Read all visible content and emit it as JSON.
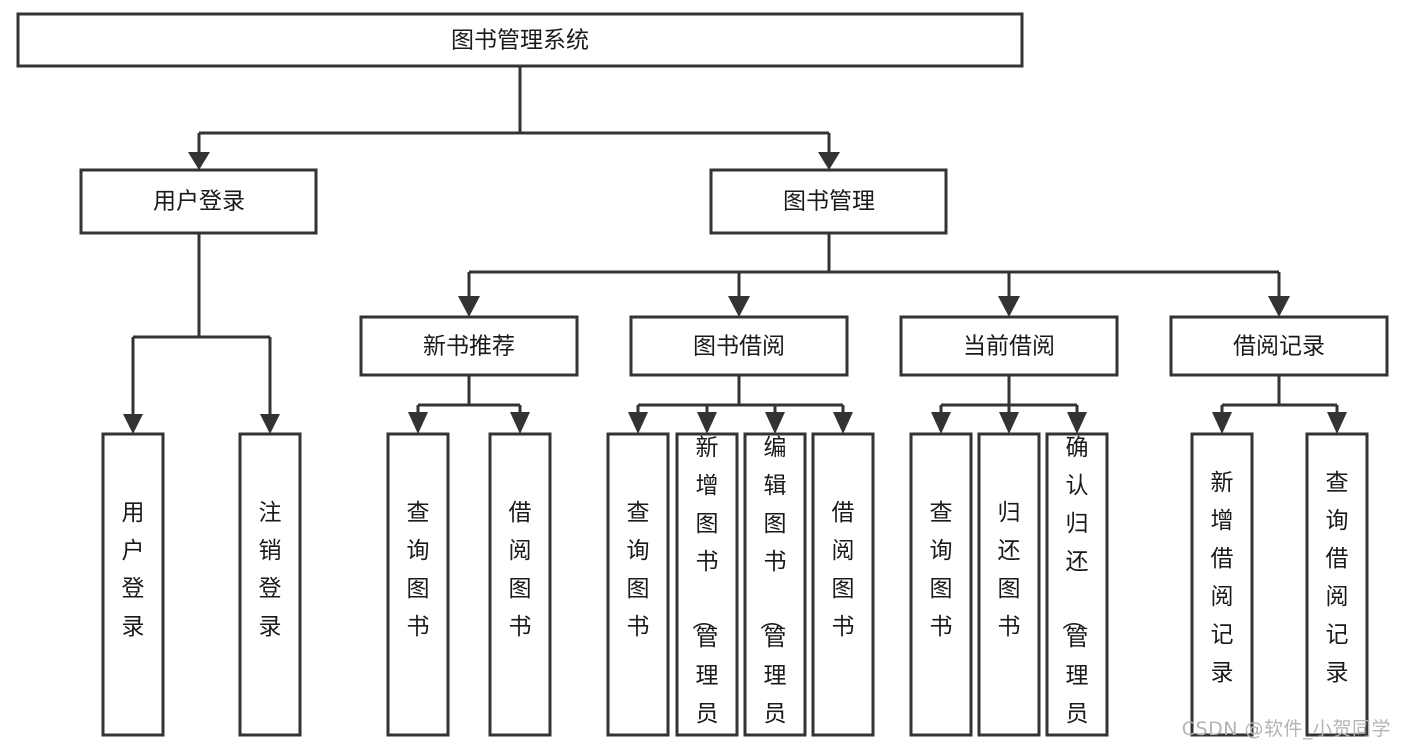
{
  "diagram": {
    "title": "图书管理系统",
    "type": "hierarchy-tree",
    "levels": 4,
    "root": {
      "id": "root",
      "label": "图书管理系统",
      "orientation": "horizontal"
    },
    "level2": [
      {
        "id": "user-login",
        "label": "用户登录",
        "orientation": "horizontal"
      },
      {
        "id": "book-manage",
        "label": "图书管理",
        "orientation": "horizontal"
      }
    ],
    "level3": [
      {
        "id": "new-book-recommend",
        "label": "新书推荐",
        "parent": "book-manage",
        "orientation": "horizontal"
      },
      {
        "id": "book-borrow",
        "label": "图书借阅",
        "parent": "book-manage",
        "orientation": "horizontal"
      },
      {
        "id": "current-borrow",
        "label": "当前借阅",
        "parent": "book-manage",
        "orientation": "horizontal"
      },
      {
        "id": "borrow-record",
        "label": "借阅记录",
        "parent": "book-manage",
        "orientation": "horizontal"
      }
    ],
    "leaves": [
      {
        "id": "leaf-user-login",
        "label": "用户登录",
        "parent": "user-login",
        "orientation": "vertical"
      },
      {
        "id": "leaf-logout-login",
        "label": "注销登录",
        "parent": "user-login",
        "orientation": "vertical"
      },
      {
        "id": "leaf-query-book-1",
        "label": "查询图书",
        "parent": "new-book-recommend",
        "orientation": "vertical"
      },
      {
        "id": "leaf-borrow-book-1",
        "label": "借阅图书",
        "parent": "new-book-recommend",
        "orientation": "vertical"
      },
      {
        "id": "leaf-query-book-2",
        "label": "查询图书",
        "parent": "book-borrow",
        "orientation": "vertical"
      },
      {
        "id": "leaf-add-book",
        "label": "新增图书（管理员）",
        "parent": "book-borrow",
        "orientation": "vertical"
      },
      {
        "id": "leaf-edit-book",
        "label": "编辑图书（管理员）",
        "parent": "book-borrow",
        "orientation": "vertical"
      },
      {
        "id": "leaf-borrow-book-2",
        "label": "借阅图书",
        "parent": "book-borrow",
        "orientation": "vertical"
      },
      {
        "id": "leaf-query-book-3",
        "label": "查询图书",
        "parent": "current-borrow",
        "orientation": "vertical"
      },
      {
        "id": "leaf-return-book",
        "label": "归还图书",
        "parent": "current-borrow",
        "orientation": "vertical"
      },
      {
        "id": "leaf-confirm-return",
        "label": "确认归还（管理员）",
        "parent": "current-borrow",
        "orientation": "vertical"
      },
      {
        "id": "leaf-add-record",
        "label": "新增借阅记录",
        "parent": "borrow-record",
        "orientation": "vertical"
      },
      {
        "id": "leaf-query-record",
        "label": "查询借阅记录",
        "parent": "borrow-record",
        "orientation": "vertical"
      }
    ],
    "colors": {
      "box_fill": "#ffffff",
      "box_stroke": "#333333",
      "text": "#1a1a1a",
      "connector": "#333333",
      "background": "#ffffff",
      "watermark": "#b4b4b4"
    }
  },
  "watermark": {
    "text": "CSDN @软件_小贺同学"
  }
}
